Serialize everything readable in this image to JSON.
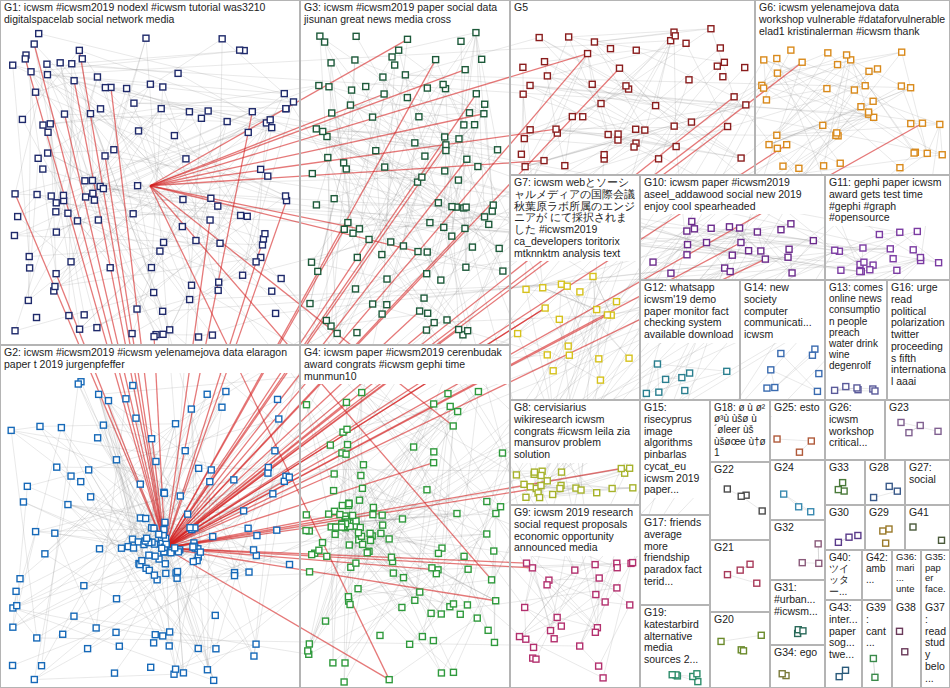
{
  "diagram": {
    "nodes": [
      {
        "text": [
          "G1: icwsm #icwsm2019 nodexl #icwsm tutorial was3210 digitalspacelab social network media"
        ]
      },
      {
        "text": [
          "G2: icwsm #icwsm2019 #icwsm yelenamejova data elaragon paper t 2019 jurgenpfeffer"
        ]
      },
      {
        "text": [
          "G3: icwsm #icwsm2019 paper social data jisunan great news media cross"
        ]
      },
      {
        "text": [
          "G4: icwsm paper #icwsm2019 cerenbudak award congrats #icwsm gephi time munmun10"
        ]
      },
      {
        "text": [
          "G5"
        ]
      },
      {
        "text": [
          "G6: icwsm yelenamejova data workshop vulnerable #dataforvulnerable elad1 kristinalerman #icwsm thank"
        ]
      },
      {
        "text": [
          "G7: icwsm webとソーシャルメディアの国際会議 秋葉原ラボ所属のエンジニアが にて採択されました #icwsm2019 ca_developers toritorix mtknnktm analysis text"
        ]
      },
      {
        "text": [
          "G8: cervisiarius wikiresearch icwsm congrats #icwsm leila zia mansurov problem solution"
        ]
      },
      {
        "text": [
          "G9: icwsm 2019 research social request proposals economic opportunity announced media"
        ]
      },
      {
        "text": [
          "G10: icwsm paper #icwsm2019 aseel_addawood social new 2019 enjoy cool spearheaded"
        ]
      },
      {
        "text": [
          "G11: gephi paper icwsm award gets test time #gephi #graph #opensource"
        ]
      },
      {
        "text": [
          "G12: whatsapp icwsm'19 demo paper monitor fact checking system available download"
        ]
      },
      {
        "text": [
          "G13: comes online news consumption people preach water drink wine degenrolf"
        ]
      },
      {
        "text": [
          "G14: new society computer communicati... icwsm"
        ]
      },
      {
        "text": [
          "G15: risecyprus image algorithms pinbarlas cycat_eu icwsm 2019 paper..."
        ]
      },
      {
        "text": [
          "G16: urge read political polarization twitter proceedings fifth international aaai"
        ]
      },
      {
        "text": [
          "G17: friends average more friendship paradox fact terid..."
        ]
      },
      {
        "text": [
          "G18: ø ù ø² ø³ù ùšø ù´øleer ùš ùšøœe ù†ø 1"
        ]
      },
      {
        "text": [
          "G19: katestarbird alternative media sources 2..."
        ]
      },
      {
        "text": [
          "G20"
        ]
      },
      {
        "text": [
          "G21"
        ]
      },
      {
        "text": [
          "G22"
        ]
      },
      {
        "text": [
          "G23"
        ]
      },
      {
        "text": [
          "G24"
        ]
      },
      {
        "text": [
          "G25: esto"
        ]
      },
      {
        "text": [
          "G26: icwsm workshop critical..."
        ]
      },
      {
        "text": [
          "G27: social"
        ]
      },
      {
        "text": [
          "G28"
        ]
      },
      {
        "text": [
          "G29"
        ]
      },
      {
        "text": [
          "G30"
        ]
      },
      {
        "text": [
          "G31: #urban... #icwsm..."
        ]
      },
      {
        "text": [
          "G32"
        ]
      },
      {
        "text": [
          "G33"
        ]
      },
      {
        "text": [
          "G34: ego"
        ]
      },
      {
        "text": [
          "G35: paper face..."
        ]
      },
      {
        "text": [
          "G36: mari... unte..."
        ]
      },
      {
        "text": [
          "G37: read study belo..."
        ]
      },
      {
        "text": [
          "G38"
        ]
      },
      {
        "text": [
          "G39: cant..."
        ]
      },
      {
        "text": [
          "G40: ツイッター..."
        ]
      },
      {
        "text": [
          "G41"
        ]
      },
      {
        "text": [
          "G42: amb..."
        ]
      },
      {
        "text": [
          "G43: inter... papersog... twe..."
        ]
      }
    ]
  }
}
